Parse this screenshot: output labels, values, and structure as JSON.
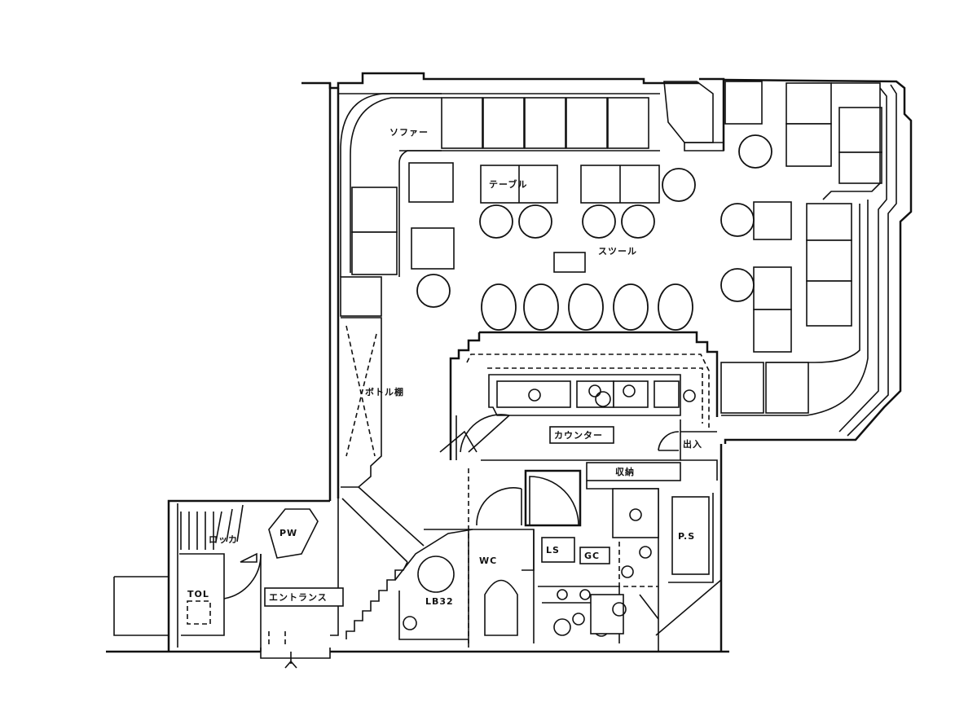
{
  "labels": {
    "sofa": "ソファー",
    "table": "テーブル",
    "stool": "スツール",
    "bottle_shelf": "ボトル棚",
    "counter": "カウンター",
    "entrance_small": "出入",
    "storage": "収納",
    "locker": "ロッカ",
    "pw": "PW",
    "toilet_left": "TOL",
    "entrance": "エントランス",
    "wc": "WC",
    "ls": "LS",
    "gc": "GC",
    "ps": "P.S",
    "lb": "LB32"
  },
  "colors": {
    "line": "#111111",
    "background": "#ffffff"
  }
}
